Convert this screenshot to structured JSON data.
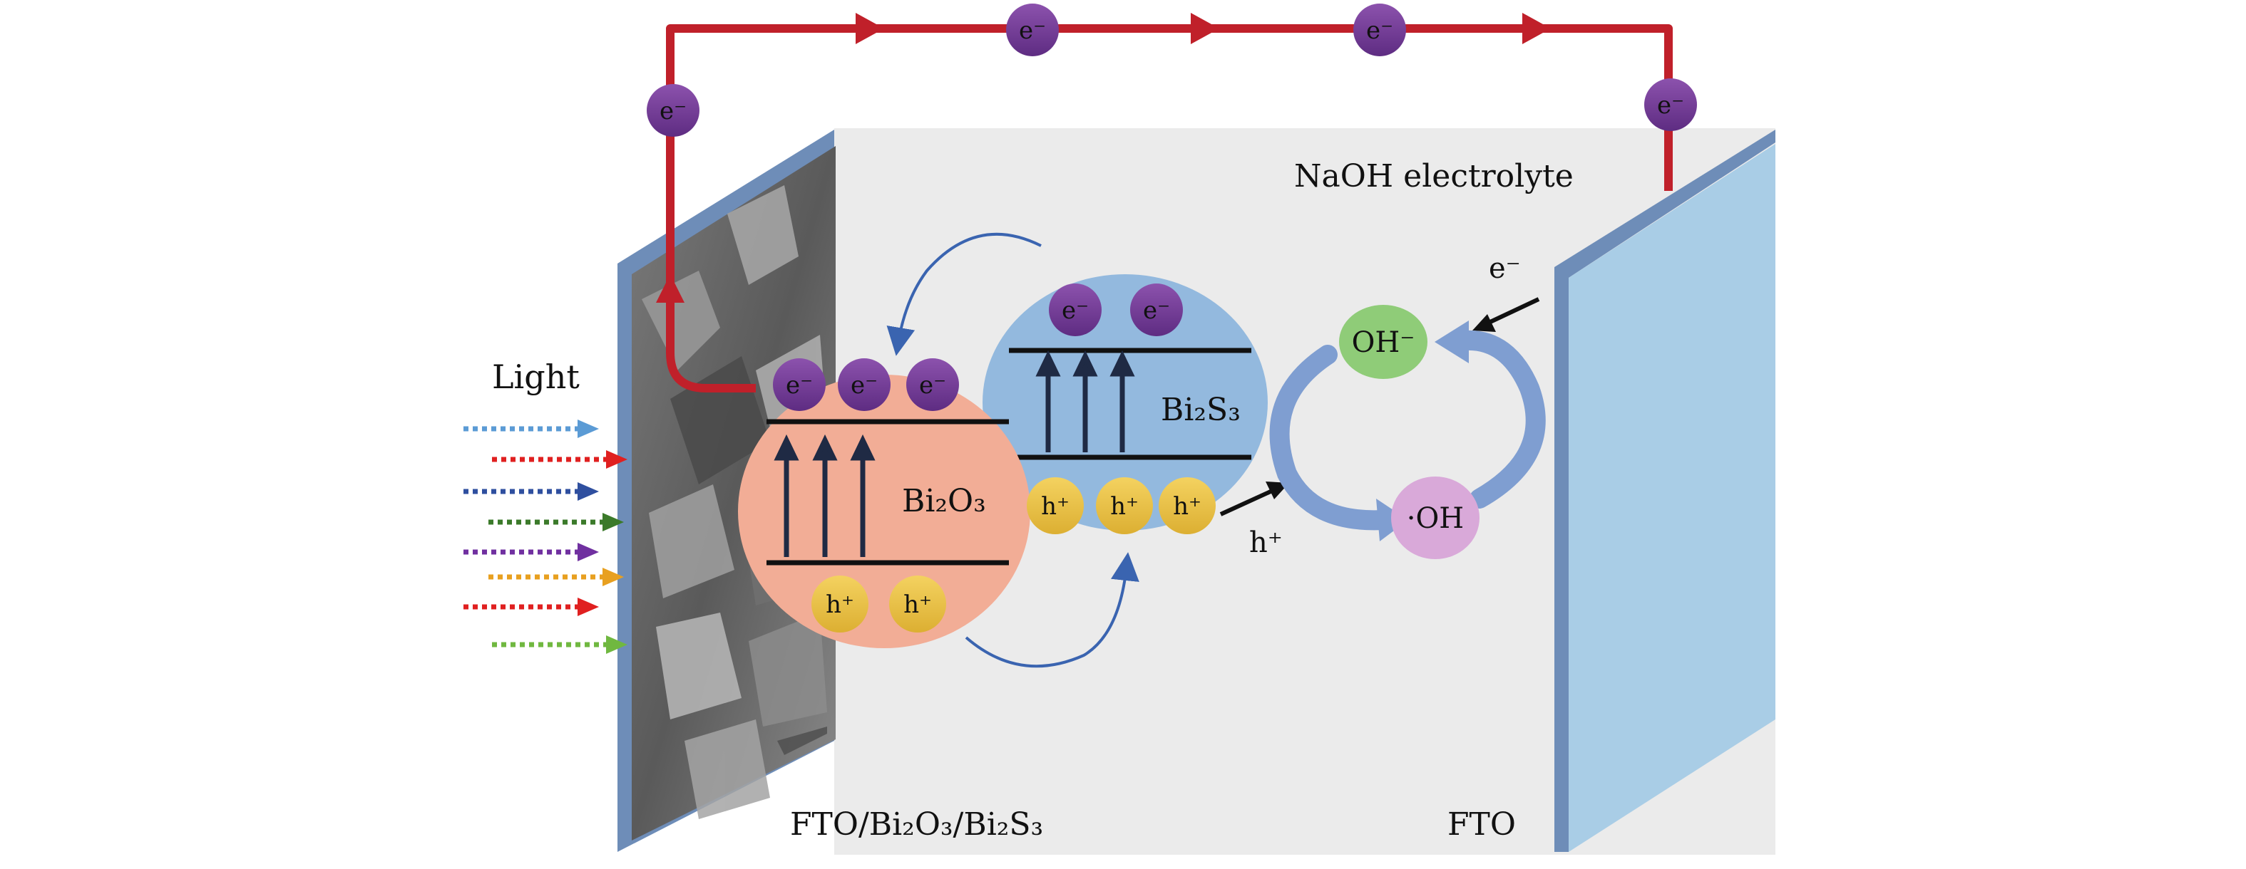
{
  "labels": {
    "light": "Light",
    "electrolyte": "NaOH electrolyte",
    "photoanode": "FTO/Bi₂O₃/Bi₂S₃",
    "counter": "FTO",
    "bi2o3": "Bi₂O₃",
    "bi2s3": "Bi₂S₃",
    "electron": "e⁻",
    "hole": "h⁺",
    "hydroxide": "OH⁻",
    "radical": "·OH"
  },
  "colors": {
    "circuit": "#c0202a",
    "electron_fill": "#7a3f9a",
    "hole_fill": "#e9c24a",
    "bi2o3_fill": "#f2ad96",
    "bi2s3_fill": "#93b9de",
    "oh_fill": "#8fcc78",
    "radical_fill": "#d9a9d9",
    "cell_back": "#ebebeb",
    "fto_panel": "#a9cde6",
    "panel_edge": "#6e8db8",
    "cycle_arrow": "#7f9ed1"
  },
  "light_arrow_colors": [
    "#5b9bd5",
    "#e02020",
    "#2f4f9f",
    "#3b7a2a",
    "#7030a0",
    "#e8a020",
    "#e02020",
    "#70b840"
  ],
  "icons": {
    "sem_texture": "sem-micrograph-icon"
  }
}
